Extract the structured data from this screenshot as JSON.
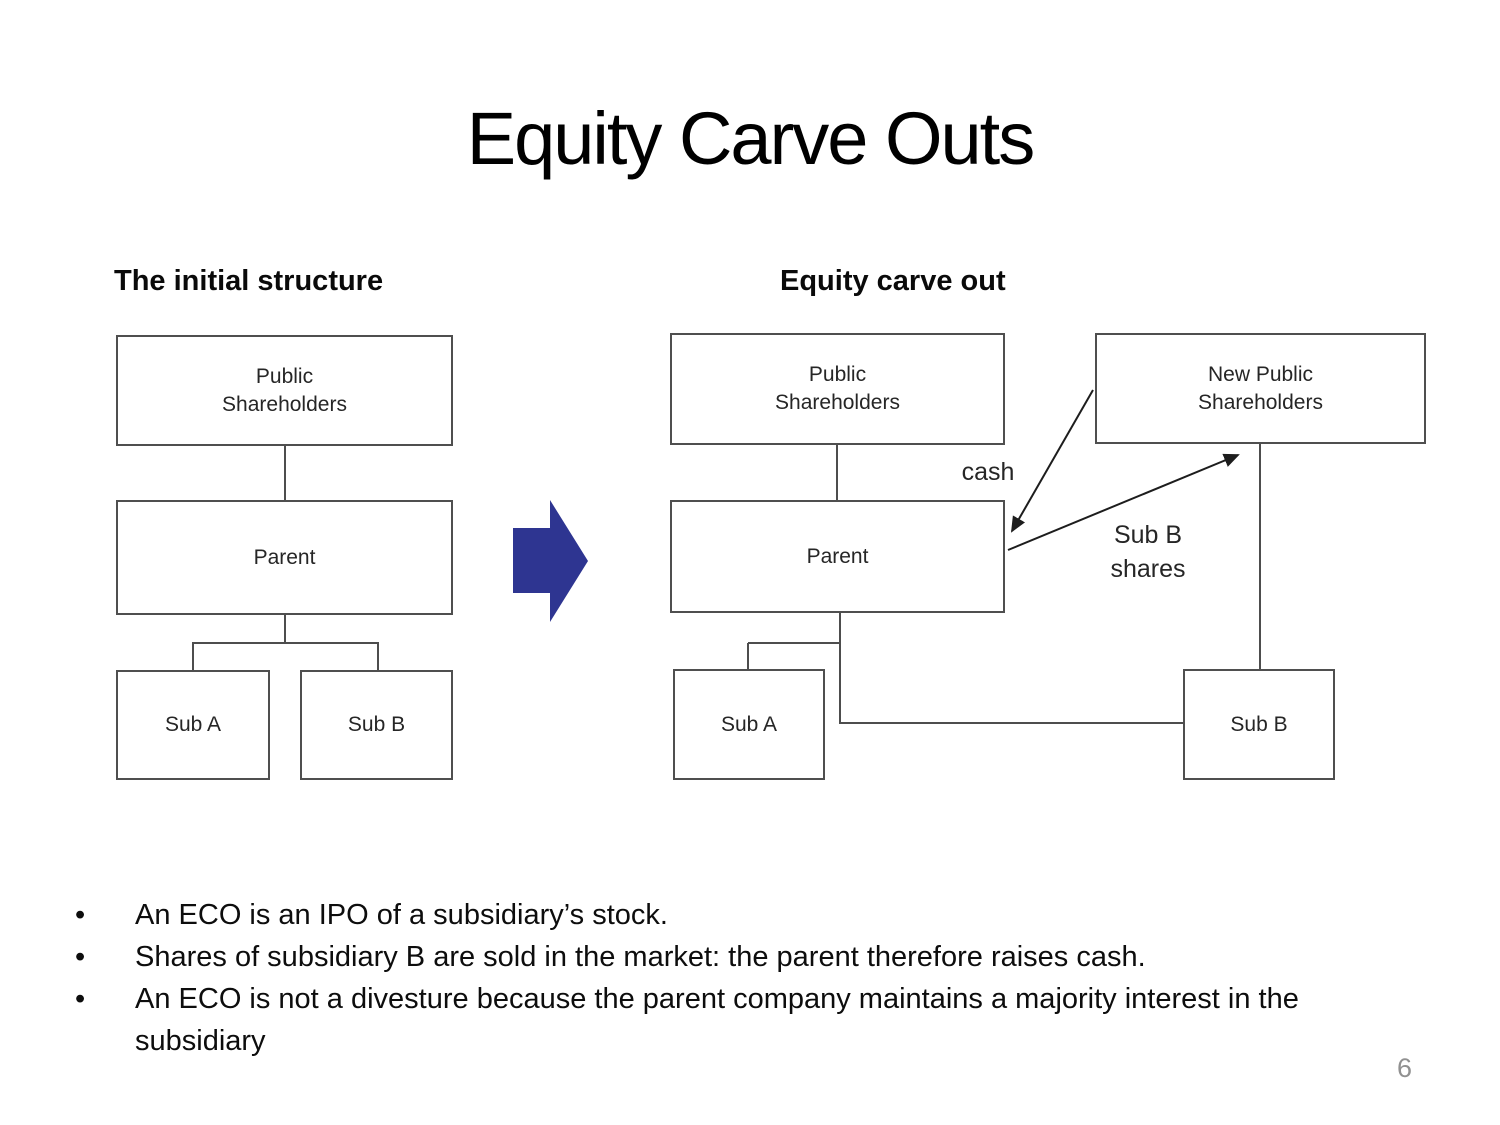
{
  "title": "Equity Carve Outs",
  "page_number": "6",
  "bullet_char": "•",
  "left_diagram": {
    "heading": "The initial structure",
    "nodes": {
      "public": "Public\nShareholders",
      "parent": "Parent",
      "sub_a": "Sub A",
      "sub_b": "Sub B"
    }
  },
  "right_diagram": {
    "heading": "Equity carve out",
    "nodes": {
      "public": "Public\nShareholders",
      "new_public": "New Public\nShareholders",
      "parent": "Parent",
      "sub_a": "Sub A",
      "sub_b": "Sub B"
    },
    "labels": {
      "cash": "cash",
      "sub_b_shares": "Sub B\nshares"
    }
  },
  "bullets": [
    {
      "text": "An ECO is an IPO of a subsidiary’s stock."
    },
    {
      "text": "Shares of subsidiary B are sold in the market: the parent therefore raises cash."
    },
    {
      "text": "An ECO is not a divesture because the parent company maintains a majority interest in the subsidiary"
    }
  ],
  "colors": {
    "transform_arrow_blue": "#2e3591",
    "connector_gray": "#4d4d4d",
    "flow_arrow_black": "#1d1d1d",
    "page_number_gray": "#919191"
  }
}
